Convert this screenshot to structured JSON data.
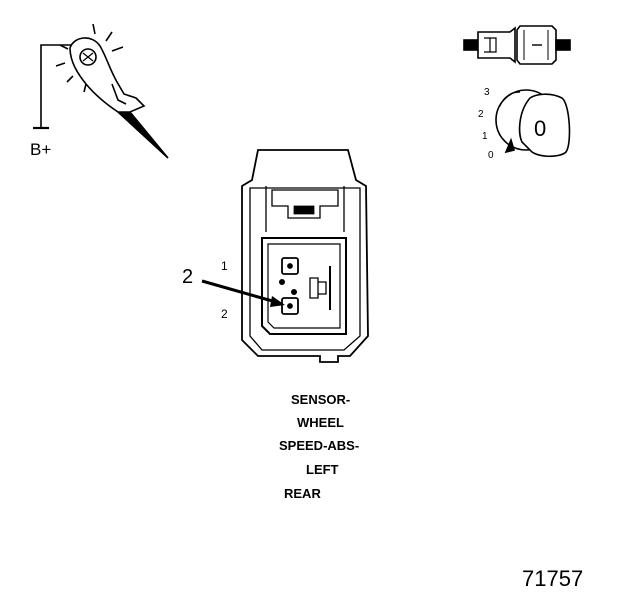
{
  "battery": {
    "label": "B+"
  },
  "connector": {
    "pin_labels": [
      "1",
      "2"
    ],
    "callout": "2"
  },
  "ignition": {
    "positions": [
      "3",
      "2",
      "1",
      "0"
    ],
    "key_position": "0"
  },
  "caption": {
    "lines": [
      "SENSOR-",
      "WHEEL",
      "SPEED-ABS-",
      "LEFT",
      "REAR"
    ]
  },
  "figure_number": "71757",
  "colors": {
    "ink": "#000000",
    "paper": "#ffffff"
  }
}
